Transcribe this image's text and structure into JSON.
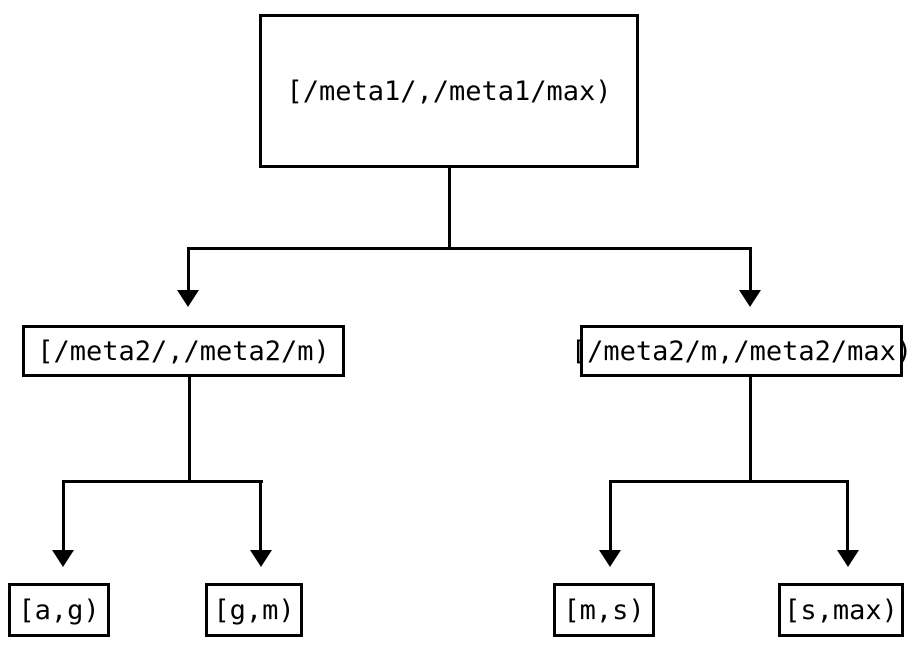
{
  "colors": {
    "background": "#ffffff",
    "line": "#000000",
    "text": "#000000",
    "node_fill": "#ffffff"
  },
  "diagram": {
    "type": "tree",
    "nodes": {
      "root": {
        "label": "[/meta1/,/meta1/max)"
      },
      "left": {
        "label": "[/meta2/,/meta2/m)"
      },
      "right": {
        "label": "[/meta2/m,/meta2/max)"
      },
      "leaf_ag": {
        "label": "[a,g)"
      },
      "leaf_gm": {
        "label": "[g,m)"
      },
      "leaf_ms": {
        "label": "[m,s)"
      },
      "leaf_smax": {
        "label": "[s,max)"
      }
    },
    "edges": [
      {
        "from": "root",
        "to": "left"
      },
      {
        "from": "root",
        "to": "right"
      },
      {
        "from": "left",
        "to": "leaf_ag"
      },
      {
        "from": "left",
        "to": "leaf_gm"
      },
      {
        "from": "right",
        "to": "leaf_ms"
      },
      {
        "from": "right",
        "to": "leaf_smax"
      }
    ]
  }
}
